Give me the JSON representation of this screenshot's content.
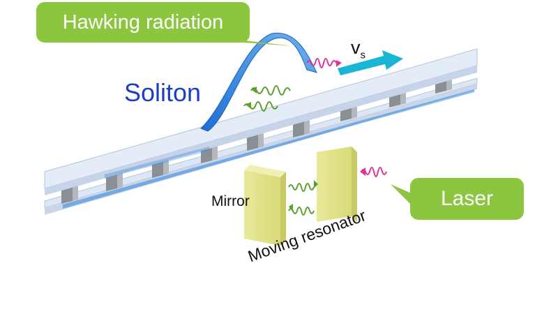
{
  "labels": {
    "hawking": "Hawking radiation",
    "soliton": "Soliton",
    "velocity": "v",
    "velocity_sub": "s",
    "laser": "Laser",
    "mirror": "Mirror",
    "resonator": "Moving resonator"
  },
  "colors": {
    "callout": "#8cc63f",
    "soliton": "#1a3fc4",
    "wave_green": "#5aa02c",
    "wave_magenta": "#e0339a",
    "arrow_cyan": "#19b5d5",
    "mirror_fill": "#e2e38a",
    "beam_fill": "#dfe9f7"
  }
}
